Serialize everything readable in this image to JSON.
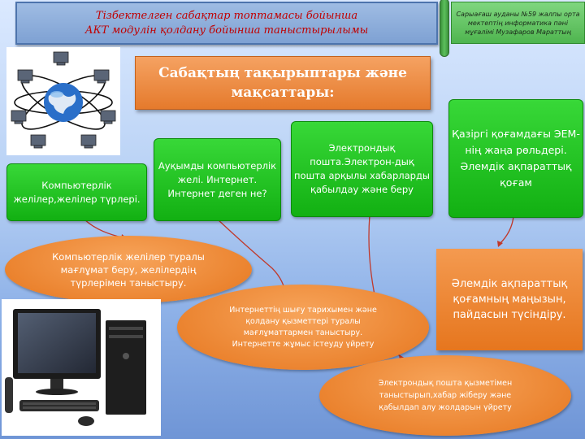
{
  "header": {
    "title_line1": "Тізбектелген сабақтар топтамасы бойынша",
    "title_line2": "АКТ модулін қолдану бойынша таныстырылымы"
  },
  "author": {
    "text": "Сарыағаш ауданы №59 жалпы орта мектептің информатика пәні мұғалімі Музафаров Мараттың"
  },
  "main_topic": {
    "line1": "Сабақтың тақырыптары және",
    "line2": "мақсаттары:"
  },
  "topics": [
    {
      "text": "Компьютерлік желілер,желілер түрлері."
    },
    {
      "text": "Ауқымды компьютерлік желі. Интернет. Интернет деген не?"
    },
    {
      "text": "Электрондық пошта.Электрон-дық пошта арқылы хабарларды қабылдау және беру"
    },
    {
      "text": "Қазіргі қоғамдағы ЭЕМ-нің жаңа рөльдері. Әлемдік ақпараттық қоғам"
    }
  ],
  "goals": [
    {
      "text": "Компьютерлік желілер туралы мағлұмат беру, желілердің түрлерімен таныстыру."
    },
    {
      "text": "Интернеттің шығу тарихымен және қолдану қызметтері туралы мағлұматтармен таныстыру. Интернетте жұмыс істеуду үйрету"
    },
    {
      "text": "Электрондық пошта қызметімен таныстырып,хабар жіберу және қабылдап алу жолдарын үйрету"
    },
    {
      "text": "Әлемдік ақпараттық қоғамның маңызын, пайдасын түсіндіру."
    }
  ],
  "colors": {
    "topic_green": "#1fc41f",
    "goal_orange": "#ee8a3a",
    "title_red": "#c00000",
    "connector": "#c0392b"
  },
  "icons": [
    "network-globe-image",
    "desktop-computer-image"
  ]
}
